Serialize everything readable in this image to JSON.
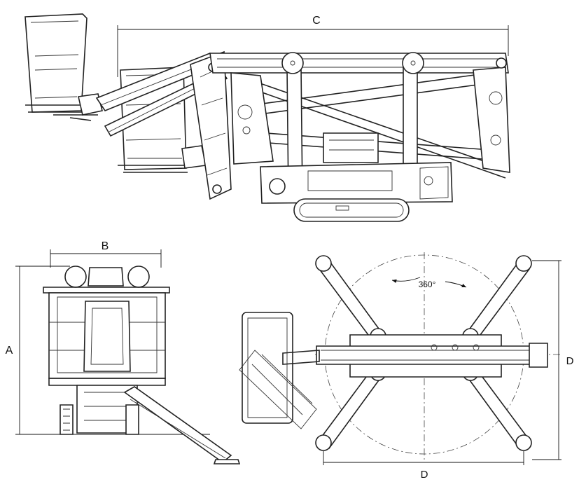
{
  "dimensions": {
    "A": "A",
    "B": "B",
    "C": "C",
    "D_vertical": "D",
    "D_horizontal": "D"
  },
  "rotation_label": "360°",
  "colors": {
    "line": "#222222",
    "background": "#ffffff"
  }
}
